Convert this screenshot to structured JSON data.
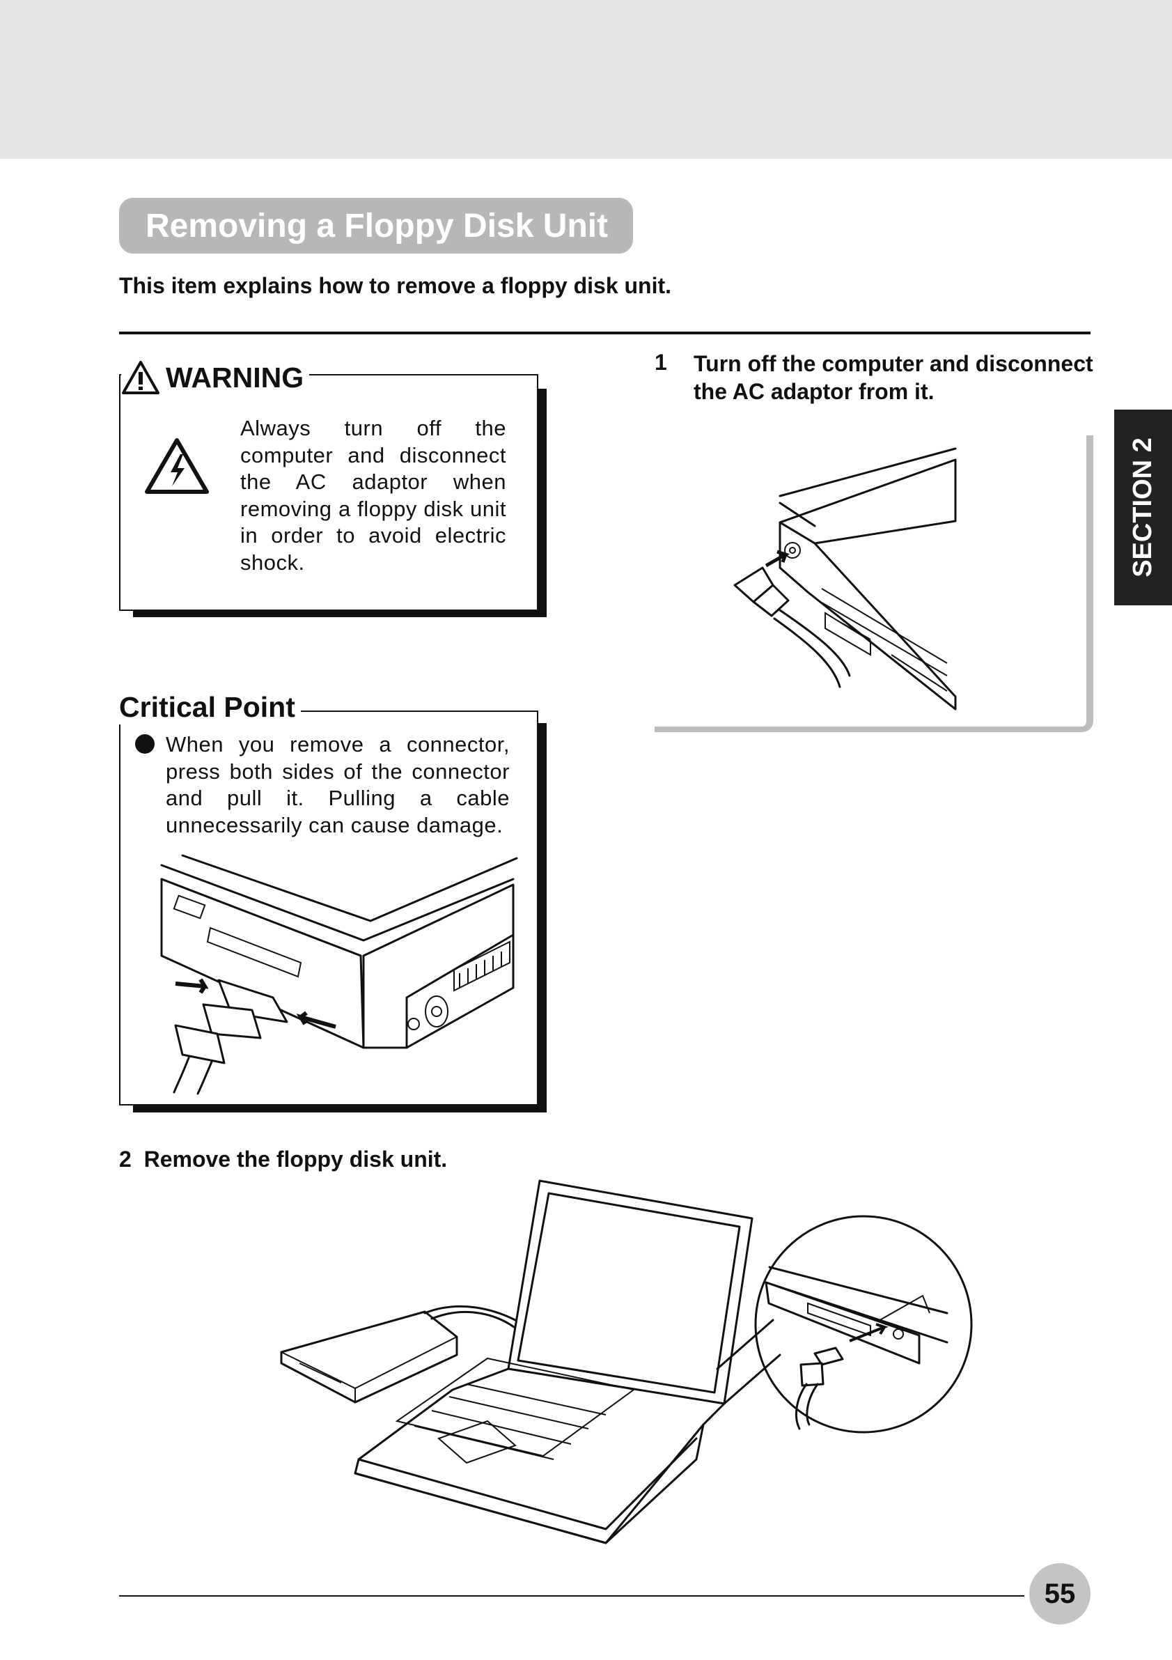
{
  "page": {
    "title": "Removing a Floppy Disk Unit",
    "intro": "This item explains how to remove a floppy disk unit.",
    "section_tab": "SECTION 2",
    "page_number": "55"
  },
  "warning": {
    "heading": "WARNING",
    "text": "Always turn off the computer and disconnect the AC adaptor when removing a floppy disk unit in order to avoid electric shock.",
    "icons": [
      "warning-triangle-icon",
      "electric-shock-icon"
    ]
  },
  "critical_point": {
    "heading": "Critical Point",
    "text": "When you remove a connector, press both sides of the connector and pull it. Pulling a cable unnecessarily can cause damage."
  },
  "steps": [
    {
      "number": "1",
      "text": "Turn off the computer and disconnect the AC adaptor from it."
    },
    {
      "number": "2",
      "text": "Remove the floppy disk unit."
    }
  ],
  "colors": {
    "header_band": "#e6e6e6",
    "title_pill": "#b7b7b7",
    "section_tab": "#222222",
    "page_circle": "#c4c4c4"
  }
}
